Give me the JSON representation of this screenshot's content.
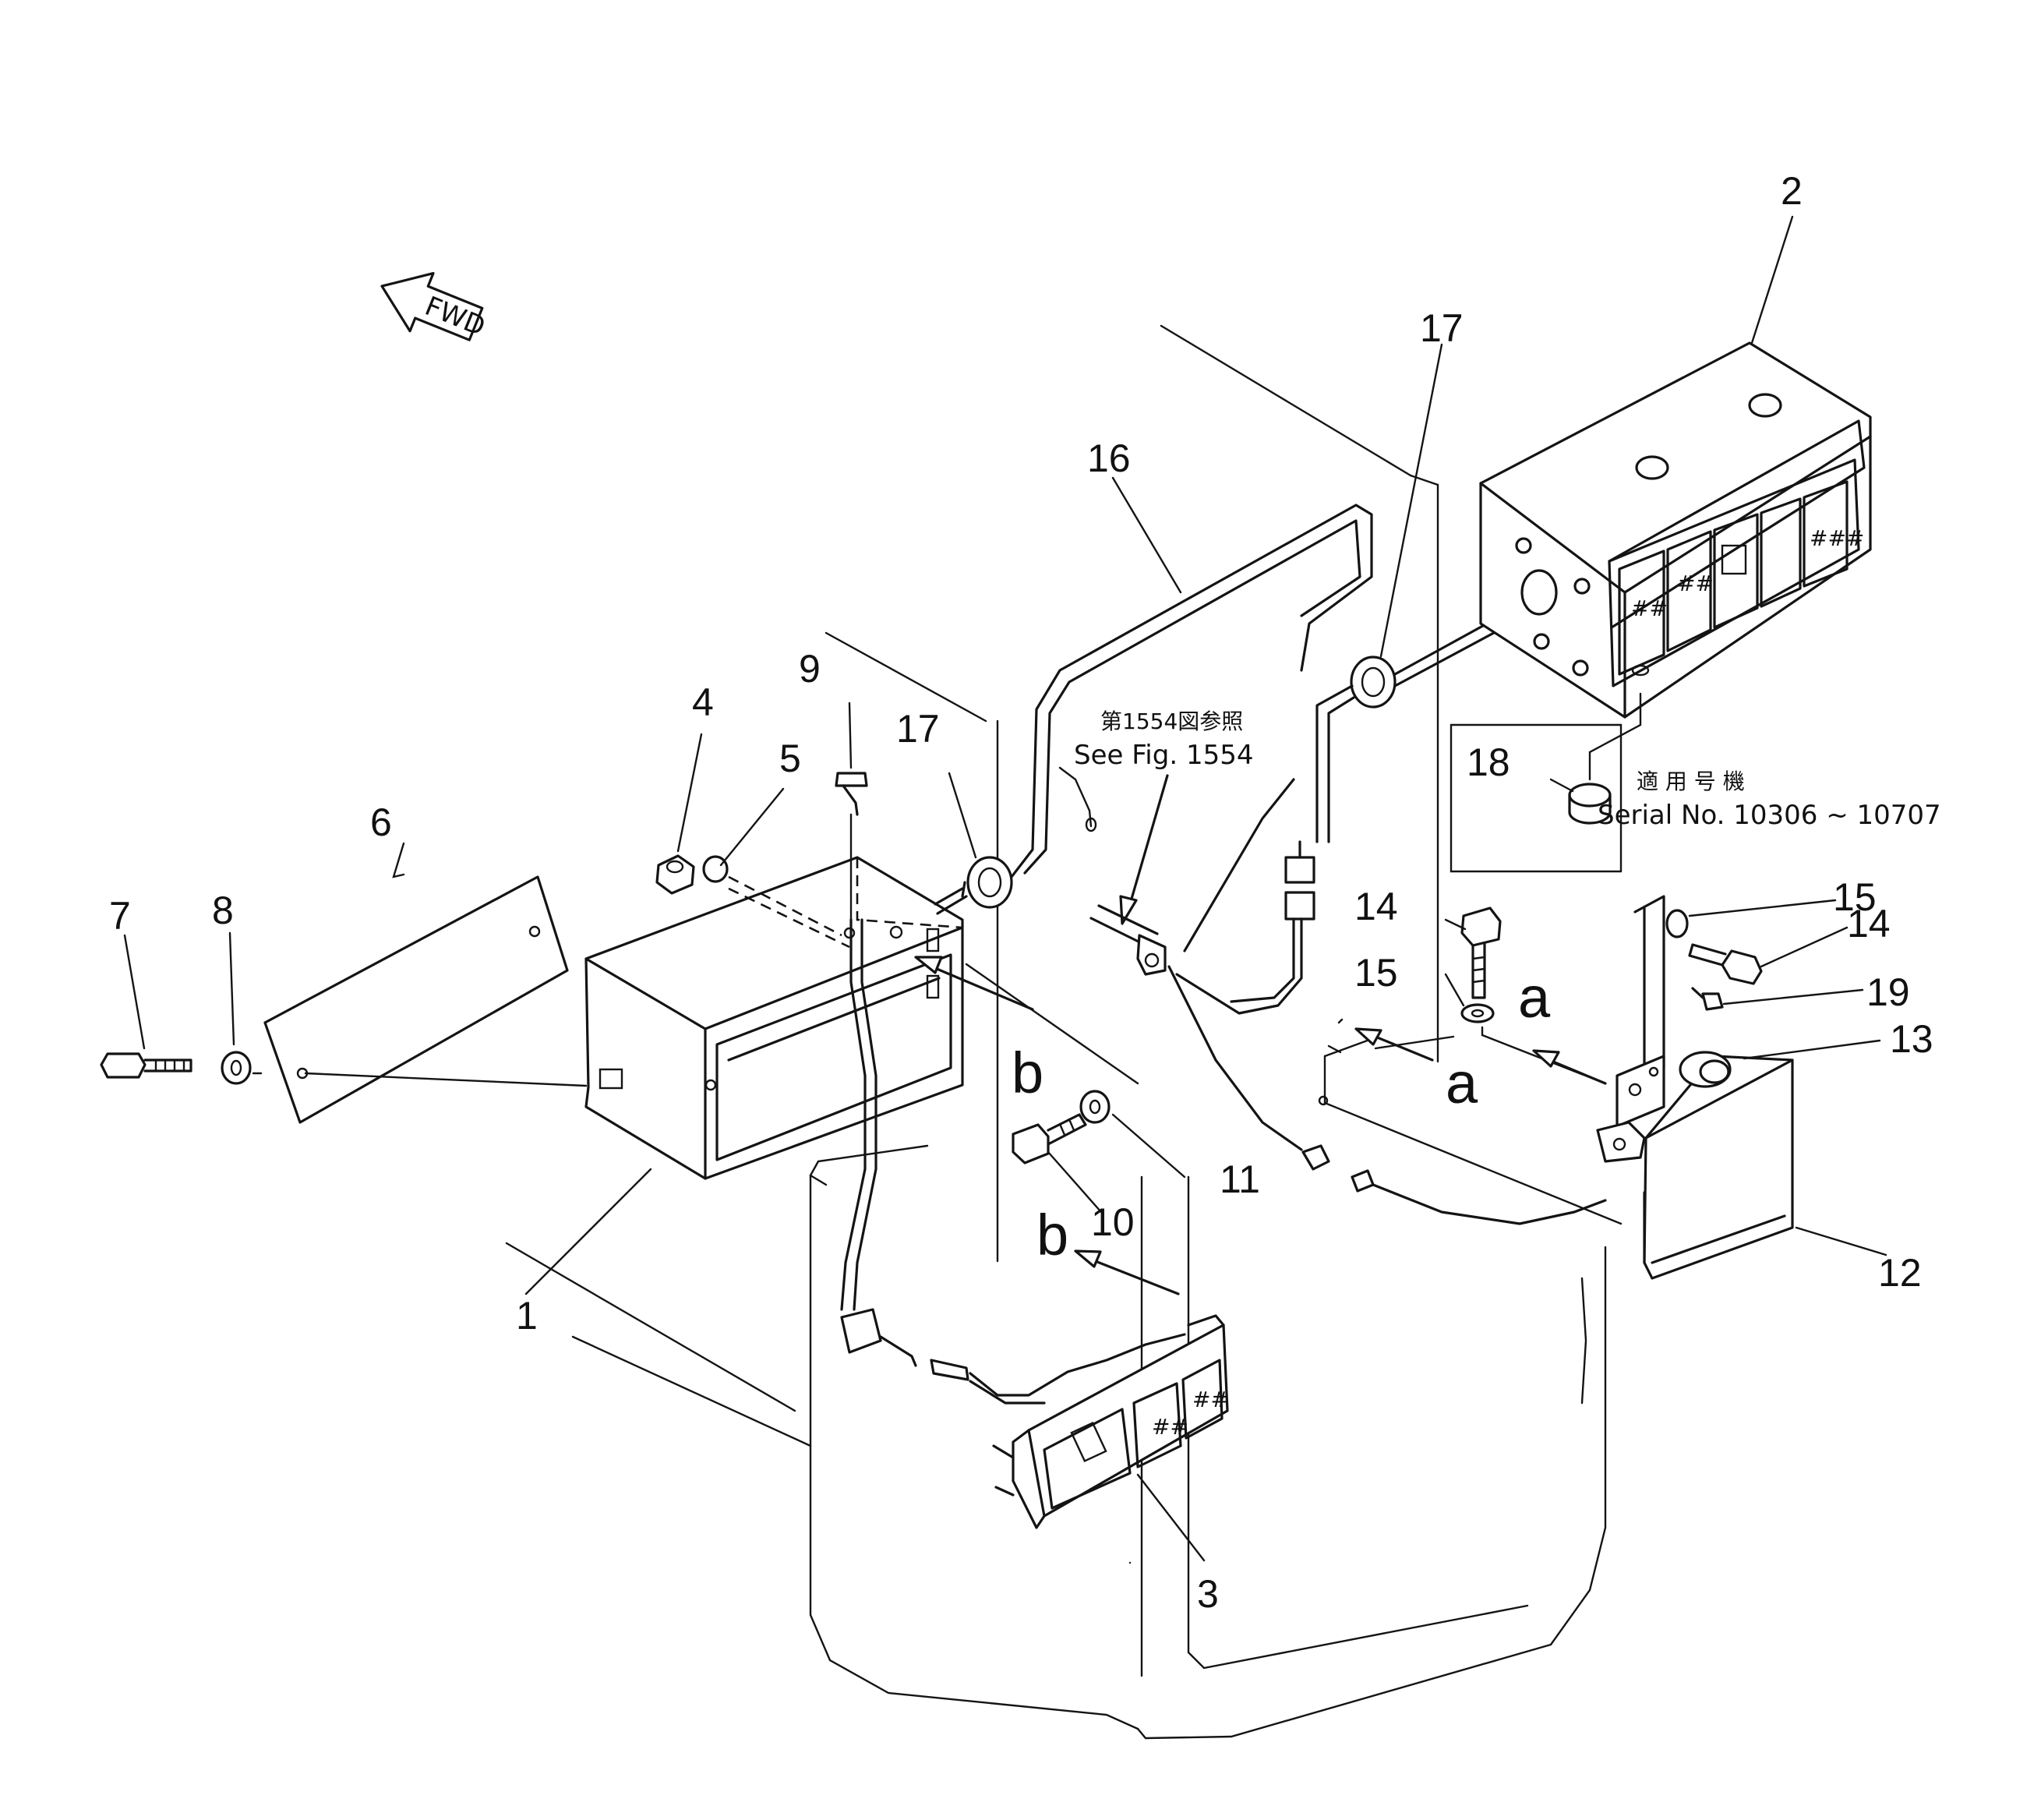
{
  "diagram": {
    "direction_label": "FWD",
    "reference_note_jp": "第1554図参照",
    "reference_note_en": "See Fig. 1554",
    "serial_note_jp": "適 用 号 機",
    "serial_note_en": "Serial No. 10306 ~ 10707",
    "view_letters": {
      "a": "a",
      "b": "b"
    },
    "callouts": [
      "1",
      "2",
      "3",
      "4",
      "5",
      "6",
      "7",
      "8",
      "9",
      "10",
      "11",
      "12",
      "13",
      "14",
      "15",
      "16",
      "17",
      "18",
      "19"
    ]
  }
}
